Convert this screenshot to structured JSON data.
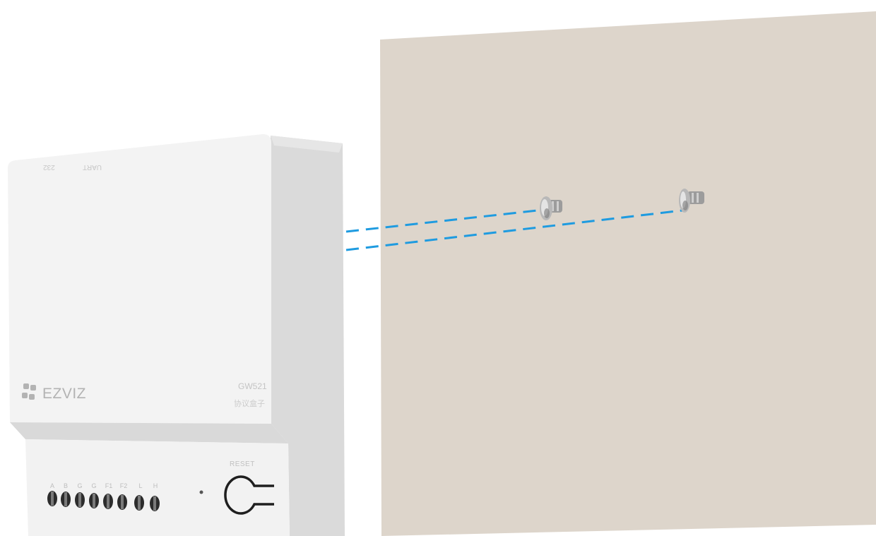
{
  "device": {
    "brand": "EZVIZ",
    "model": "GW521",
    "subtitle": "协议盒子",
    "top_port_labels": [
      "232",
      "UART"
    ],
    "terminal_labels": [
      "A",
      "B",
      "G",
      "G",
      "F1",
      "F2",
      "L",
      "H"
    ],
    "reset_label": "RESET",
    "logo_icon": "ezviz-logo-icon"
  },
  "colors": {
    "wall": "#ddd5cb",
    "device_body": "#f1f1f1",
    "device_side": "#dedede",
    "guide_line": "#1e9be0"
  }
}
